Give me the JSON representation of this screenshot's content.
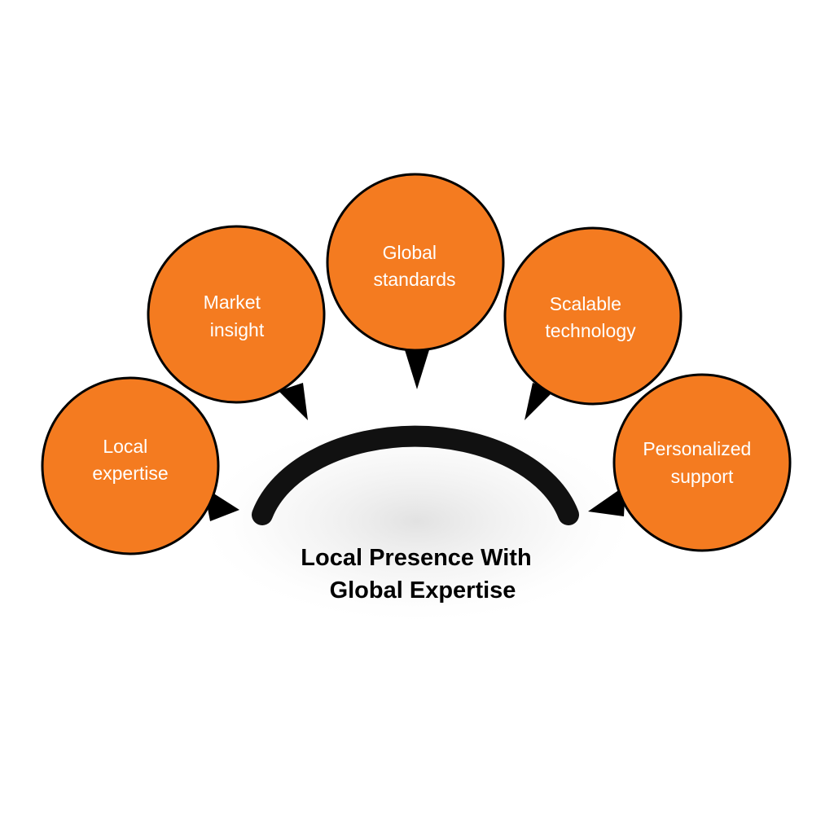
{
  "colors": {
    "bubble_fill": "#F47B20",
    "bubble_stroke": "#000000",
    "arc": "#111111",
    "title": "#000000",
    "bubble_text": "#FFFFFF"
  },
  "title": {
    "line1": "Local Presence With",
    "line2": "Global Expertise"
  },
  "bubbles": [
    {
      "line1": "Local",
      "line2": "expertise"
    },
    {
      "line1": "Market",
      "line2": "insight"
    },
    {
      "line1": "Global",
      "line2": "standards"
    },
    {
      "line1": "Scalable",
      "line2": "technology"
    },
    {
      "line1": "Personalized",
      "line2": "support"
    }
  ]
}
